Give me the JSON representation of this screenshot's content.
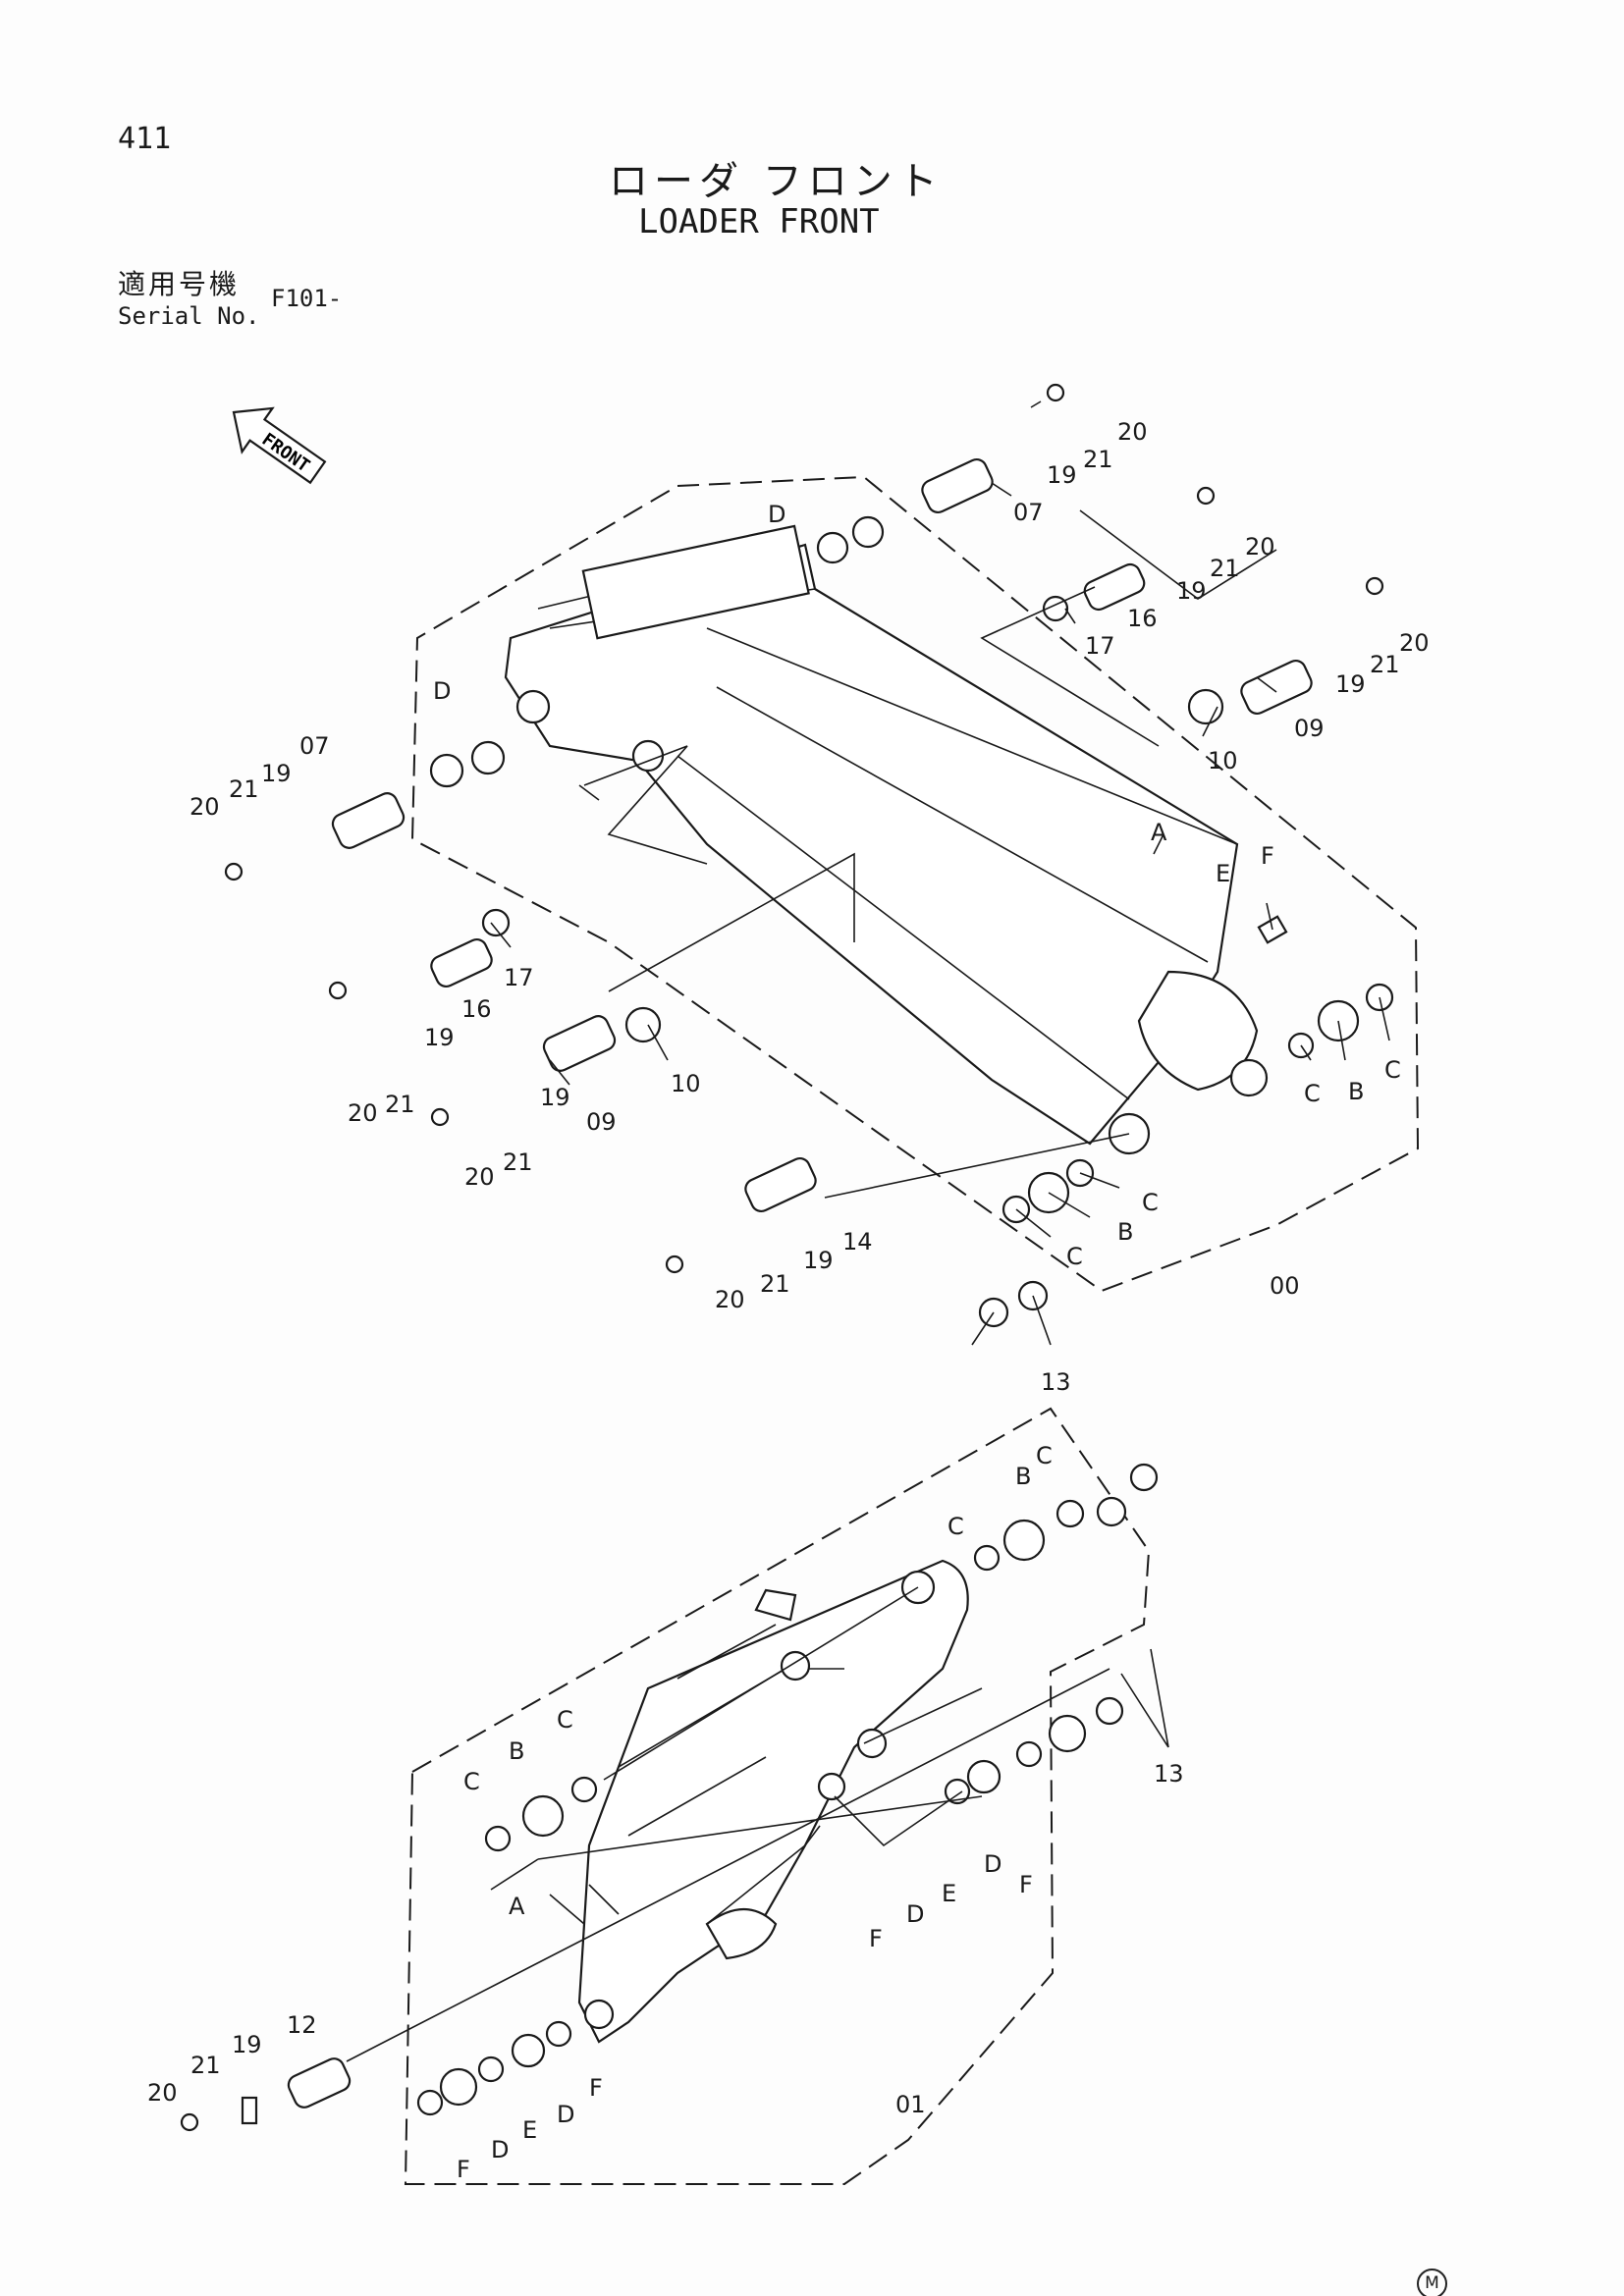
{
  "header": {
    "page_number": "411",
    "title_jp": "ローダ フロント",
    "title_en": "LOADER FRONT",
    "serial_label_jp": "適用号機",
    "serial_label_en": "Serial No.",
    "serial_value": "F101-"
  },
  "direction_label": "FRONT",
  "footer_mark": "M",
  "labels": {
    "p00": "00",
    "p01": "01",
    "p07": "07",
    "p09": "09",
    "p10": "10",
    "p12": "12",
    "p13": "13",
    "p14": "14",
    "p16": "16",
    "p17": "17",
    "p19": "19",
    "p20": "20",
    "p21": "21",
    "A": "A",
    "B": "B",
    "C": "C",
    "D": "D",
    "E": "E",
    "F": "F"
  },
  "icons": {
    "direction": "front-arrow-icon",
    "mark": "circled-m-icon"
  }
}
